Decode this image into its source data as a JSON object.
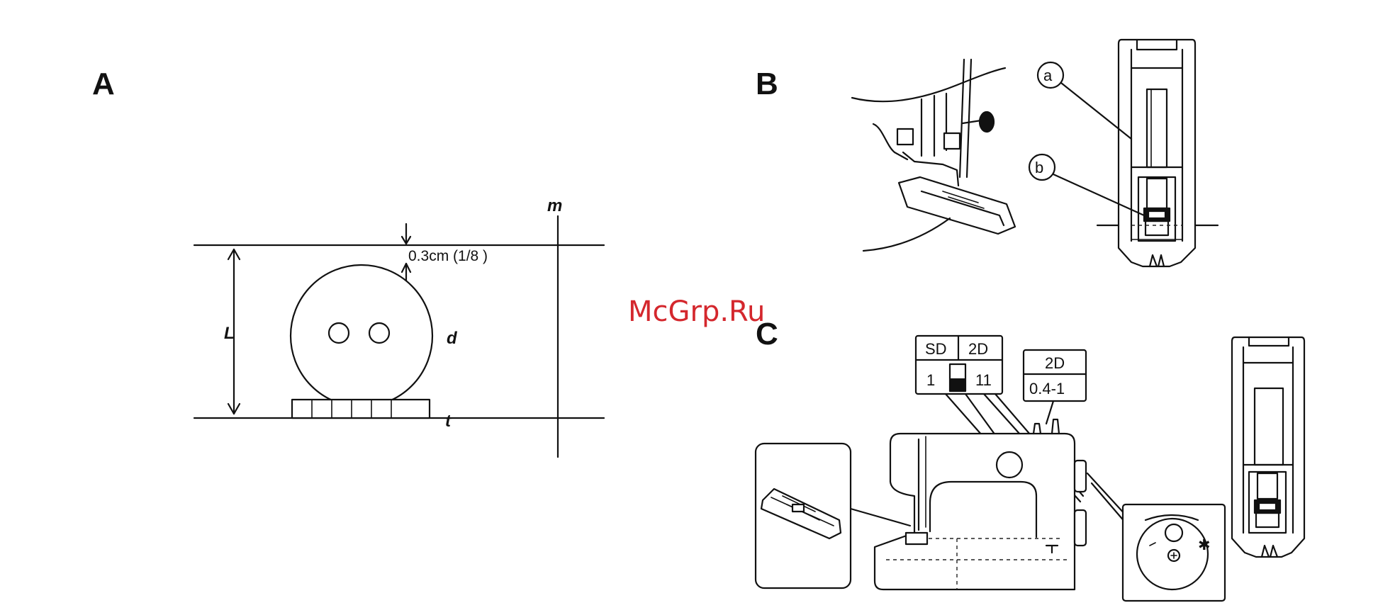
{
  "watermark": "McGrp.Ru",
  "panel_a": {
    "label": "A",
    "clearance": "0.3cm (1/8 )",
    "length_label": "L",
    "diameter_label": "d",
    "thickness_label": "t",
    "mark_label": "m"
  },
  "panel_b": {
    "label": "B",
    "callout_a": "a",
    "callout_b": "b"
  },
  "panel_c": {
    "label": "C",
    "settings_table": {
      "headers": [
        "SD",
        "2D"
      ],
      "left_value": "1",
      "right_value": "11"
    },
    "stitch_box": {
      "header": "2D",
      "value": "0.4-1"
    }
  }
}
